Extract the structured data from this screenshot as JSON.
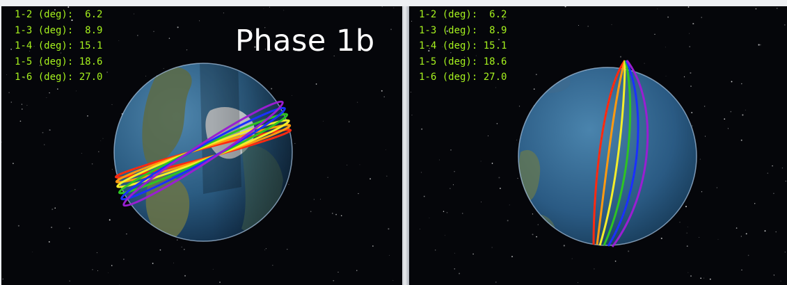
{
  "views": [
    {
      "name": "left",
      "title": "Phase 1b",
      "separations": [
        {
          "pair": "1-2",
          "unit": "(deg):",
          "value": "6.2"
        },
        {
          "pair": "1-3",
          "unit": "(deg):",
          "value": "8.9"
        },
        {
          "pair": "1-4",
          "unit": "(deg):",
          "value": "15.1"
        },
        {
          "pair": "1-5",
          "unit": "(deg):",
          "value": "18.6"
        },
        {
          "pair": "1-6",
          "unit": "(deg):",
          "value": "27.0"
        }
      ]
    },
    {
      "name": "right",
      "separations": [
        {
          "pair": "1-2",
          "unit": "(deg):",
          "value": "6.2"
        },
        {
          "pair": "1-3",
          "unit": "(deg):",
          "value": "8.9"
        },
        {
          "pair": "1-4",
          "unit": "(deg):",
          "value": "15.1"
        },
        {
          "pair": "1-5",
          "unit": "(deg):",
          "value": "18.6"
        },
        {
          "pair": "1-6",
          "unit": "(deg):",
          "value": "27.0"
        }
      ]
    }
  ],
  "orbit_colors": [
    "#ff2a10",
    "#ff9a10",
    "#f4ee2a",
    "#2ec422",
    "#1a30ff",
    "#9a1ed2"
  ],
  "colors": {
    "readout_text": "#a6f21e",
    "space": "#05060a",
    "title": "#ffffff"
  }
}
